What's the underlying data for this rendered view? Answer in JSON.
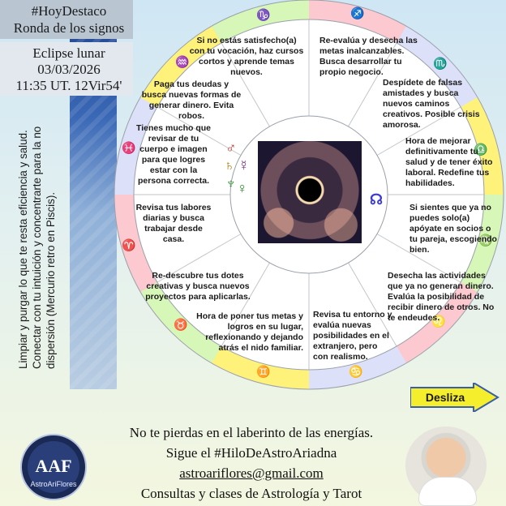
{
  "header": {
    "hashtag": "#HoyDestaco",
    "subtitle": "Ronda de los signos",
    "event": "Eclipse lunar",
    "date": "03/03/2026",
    "time": "11:35 UT. 12Vir54'"
  },
  "vertical_text": {
    "line1": "Limpiar y purgar lo que te resta eficiencia y salud.",
    "line2": "Conectar con tu intuición y  concentrarte para la no",
    "line3": "dispersión (Mercurio retro en Piscis)."
  },
  "houses": [
    {
      "text": "Si no estás satisfecho(a) con tu vocación, haz cursos cortos y aprende temas nuevos."
    },
    {
      "text": "Re-evalúa y desecha las metas inalcanzables. Busca desarrollar tu propio negocio."
    },
    {
      "text": "Despídete de falsas amistades y busca nuevos caminos creativos. Posible crisis amorosa."
    },
    {
      "text": "Hora de mejorar definitivamente tu salud y de tener éxito laboral. Redefine tus habilidades."
    },
    {
      "text": "Si sientes que ya no puedes solo(a) apóyate en socios o tu pareja, escogiendo bien."
    },
    {
      "text": "Desecha las actividades que ya no generan dinero. Evalúa la posibilidad de recibir dinero de otros. No te endeudes."
    },
    {
      "text": "Revisa tu entorno y evalúa nuevas posibilidades en el extranjero, pero con realismo."
    },
    {
      "text": "Hora de poner tus metas y logros en su lugar, reflexionando y dejando atrás el nido familiar."
    },
    {
      "text": "Re-descubre tus dotes creativas y busca nuevos proyectos para aplicarlas."
    },
    {
      "text": "Revisa tus labores diarias y busca trabajar desde casa."
    },
    {
      "text": "Tienes mucho que revisar de tu cuerpo e imagen para que logres estar con la persona correcta."
    },
    {
      "text": "Paga tus deudas y busca nuevas formas de generar dinero. Evita robos."
    }
  ],
  "signs": {
    "capricorn": "♑",
    "sagittarius": "♐",
    "scorpio": "♏",
    "libra": "♎",
    "virgo": "♍",
    "leo": "♌",
    "cancer": "♋",
    "gemini": "♊",
    "taurus": "♉",
    "aries": "♈",
    "pisces": "♓",
    "aquarius": "♒"
  },
  "planets": {
    "mars": "♂",
    "mercury": "☿",
    "venus": "♀",
    "saturn": "♄",
    "neptune": "♆",
    "moon_node": "☊"
  },
  "button": {
    "label": "Desliza"
  },
  "footer": {
    "line1": "No te pierdas en el laberinto de las energías.",
    "line2": "Sigue el #HiloDeAstroAriadna",
    "email": "astroariflores@gmail.com",
    "line4": "Consultas y clases de Astrología y Tarot"
  },
  "logo": {
    "initials": "AAF",
    "name": "AstroAriFlores"
  },
  "colors": {
    "yellow": "#fff27a",
    "green": "#d4f7b3",
    "blue": "#dcdff8",
    "pink": "#f9cfd4",
    "arrow": "#f5ee2d"
  }
}
